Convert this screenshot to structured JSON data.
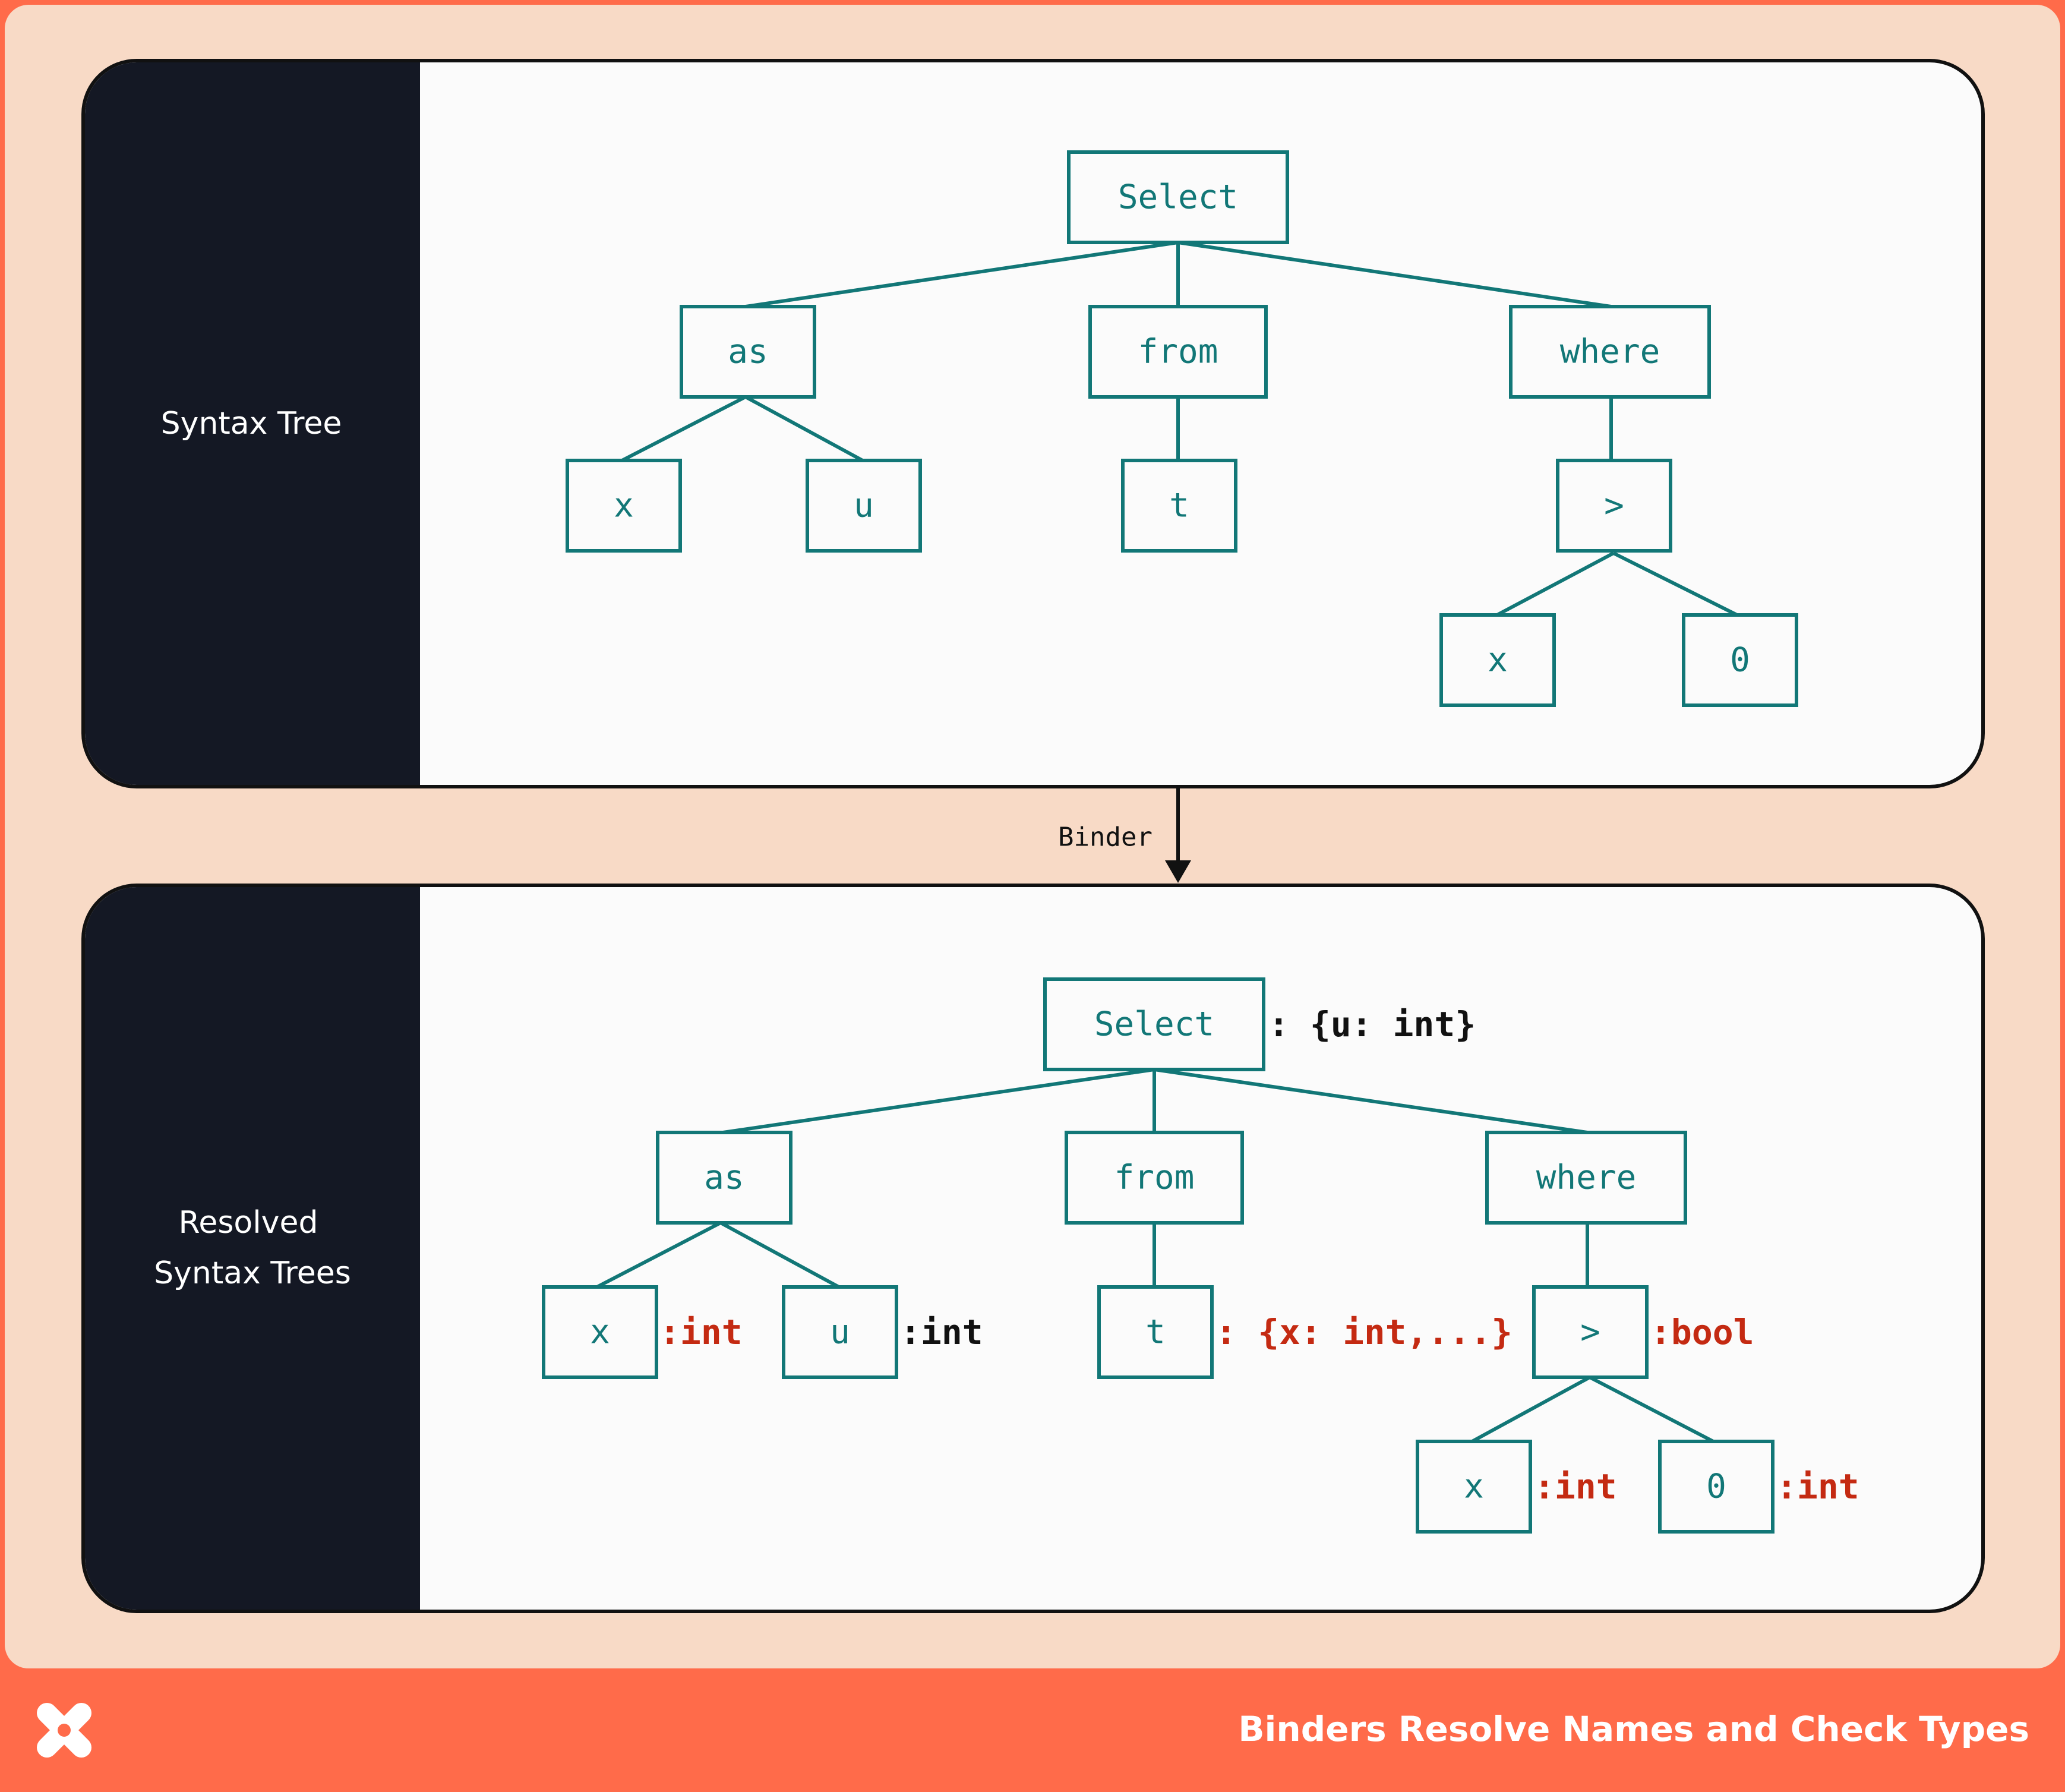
{
  "colors": {
    "brand": "#ff6b4a",
    "panel": "#f8dac6",
    "node_stroke": "#127777",
    "annotation_red": "#c42a12",
    "sidebar": "#141824"
  },
  "syntax_tree": {
    "label": "Syntax Tree",
    "nodes": {
      "select": "Select",
      "as": "as",
      "from": "from",
      "where": "where",
      "x": "x",
      "u": "u",
      "t": "t",
      "gt": ">",
      "x2": "x",
      "zero": "0"
    }
  },
  "binder": {
    "label": "Binder"
  },
  "resolved_tree": {
    "label_line1": "Resolved",
    "label_line2": "Syntax Trees",
    "nodes": {
      "select": "Select",
      "as": "as",
      "from": "from",
      "where": "where",
      "x": "x",
      "u": "u",
      "t": "t",
      "gt": ">",
      "x2": "x",
      "zero": "0"
    },
    "annotations": {
      "select": ": {u: int}",
      "x": ":int",
      "u": ":int",
      "t": ": {x: int,...}",
      "gt": ":bool",
      "x2": ":int",
      "zero": ":int"
    }
  },
  "footer": {
    "logo_icon": "x-logo-icon",
    "title": "Binders Resolve Names and Check Types"
  }
}
